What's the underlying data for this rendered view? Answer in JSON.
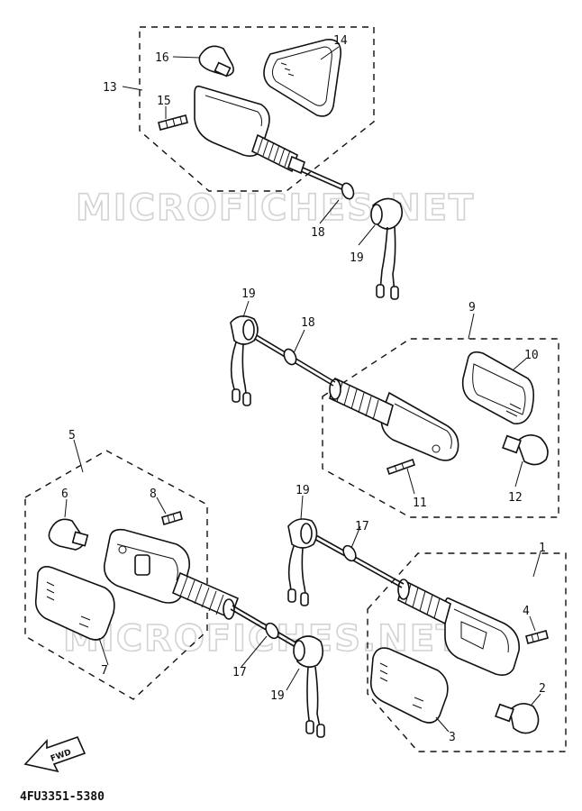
{
  "watermark": "MICROFICHES.NET",
  "drawing_code": "4FU3351-5380",
  "fwd_label": "FWD",
  "callouts": {
    "c1": "1",
    "c2": "2",
    "c3": "3",
    "c4": "4",
    "c5": "5",
    "c6": "6",
    "c7": "7",
    "c8": "8",
    "c9": "9",
    "c10": "10",
    "c11": "11",
    "c12": "12",
    "c13": "13",
    "c14": "14",
    "c15": "15",
    "c16": "16",
    "c17a": "17",
    "c17b": "17",
    "c18a": "18",
    "c18b": "18",
    "c19a": "19",
    "c19b": "19",
    "c19c": "19",
    "c19d": "19"
  }
}
